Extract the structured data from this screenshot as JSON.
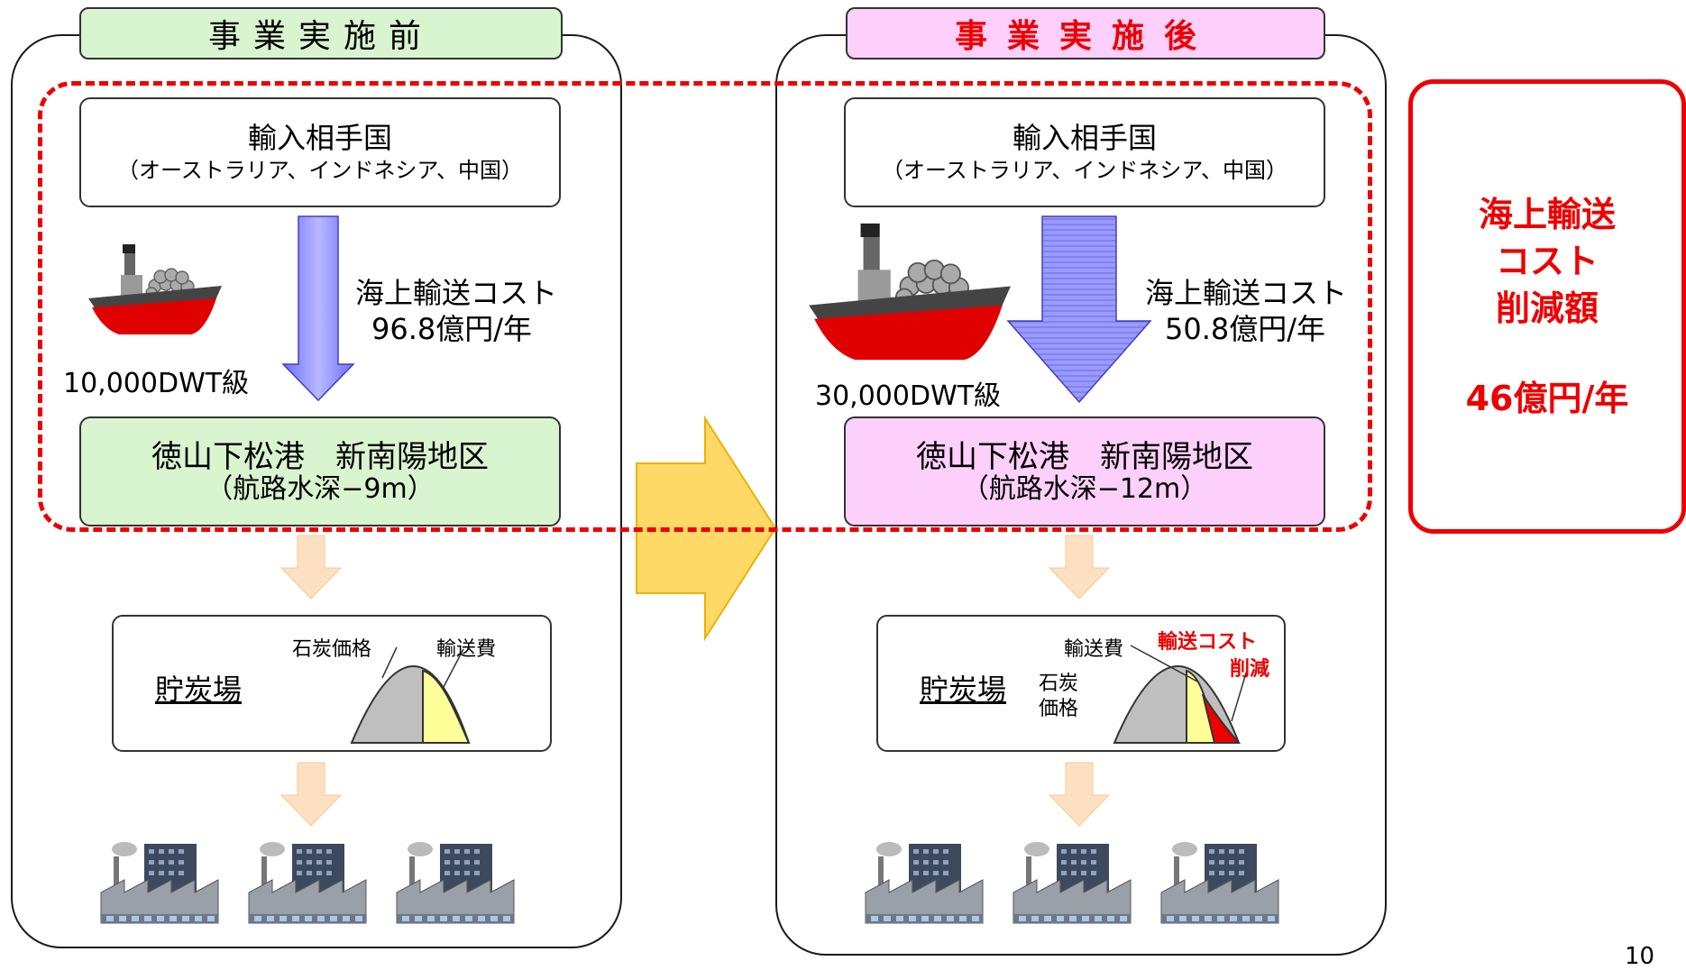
{
  "before": {
    "title": "事業実施前",
    "origin_name": "輸入相手国",
    "origin_countries": "（オーストラリア、インドネシア、中国）",
    "ship_class": "10,000DWT級",
    "cost_label": "海上輸送コスト",
    "cost_value": "96.8億円/年",
    "port_name": "徳山下松港　新南陽地区",
    "port_depth": "（航路水深−9m）",
    "storage_label": "貯炭場",
    "chart_label_coal": "石炭価格",
    "chart_label_transport": "輸送費"
  },
  "after": {
    "title": "事業実施後",
    "origin_name": "輸入相手国",
    "origin_countries": "（オーストラリア、インドネシア、中国）",
    "ship_class": "30,000DWT級",
    "cost_label": "海上輸送コスト",
    "cost_value": "50.8億円/年",
    "port_name": "徳山下松港　新南陽地区",
    "port_depth": "（航路水深−12m）",
    "storage_label": "貯炭場",
    "chart_label_transport": "輸送費",
    "chart_label_coal_1": "石炭",
    "chart_label_coal_2": "価格",
    "chart_label_reduction_1": "輸送コスト",
    "chart_label_reduction_2": "削減"
  },
  "summary": {
    "line1": "海上輸送",
    "line2": "コスト",
    "line3": "削減額",
    "amount": "46億円/年"
  },
  "page_number": "10",
  "colors": {
    "before_fill": "#d9f5d0",
    "after_fill": "#fcd0fb",
    "emphasis_red": "#ee0000",
    "flow_arrow": "#fde0c2",
    "transition_arrow": "#ffd966",
    "cost_arrow_blue": "#8080ff",
    "transport_share": "#ffff99",
    "coal_share": "#bfbfbf"
  }
}
